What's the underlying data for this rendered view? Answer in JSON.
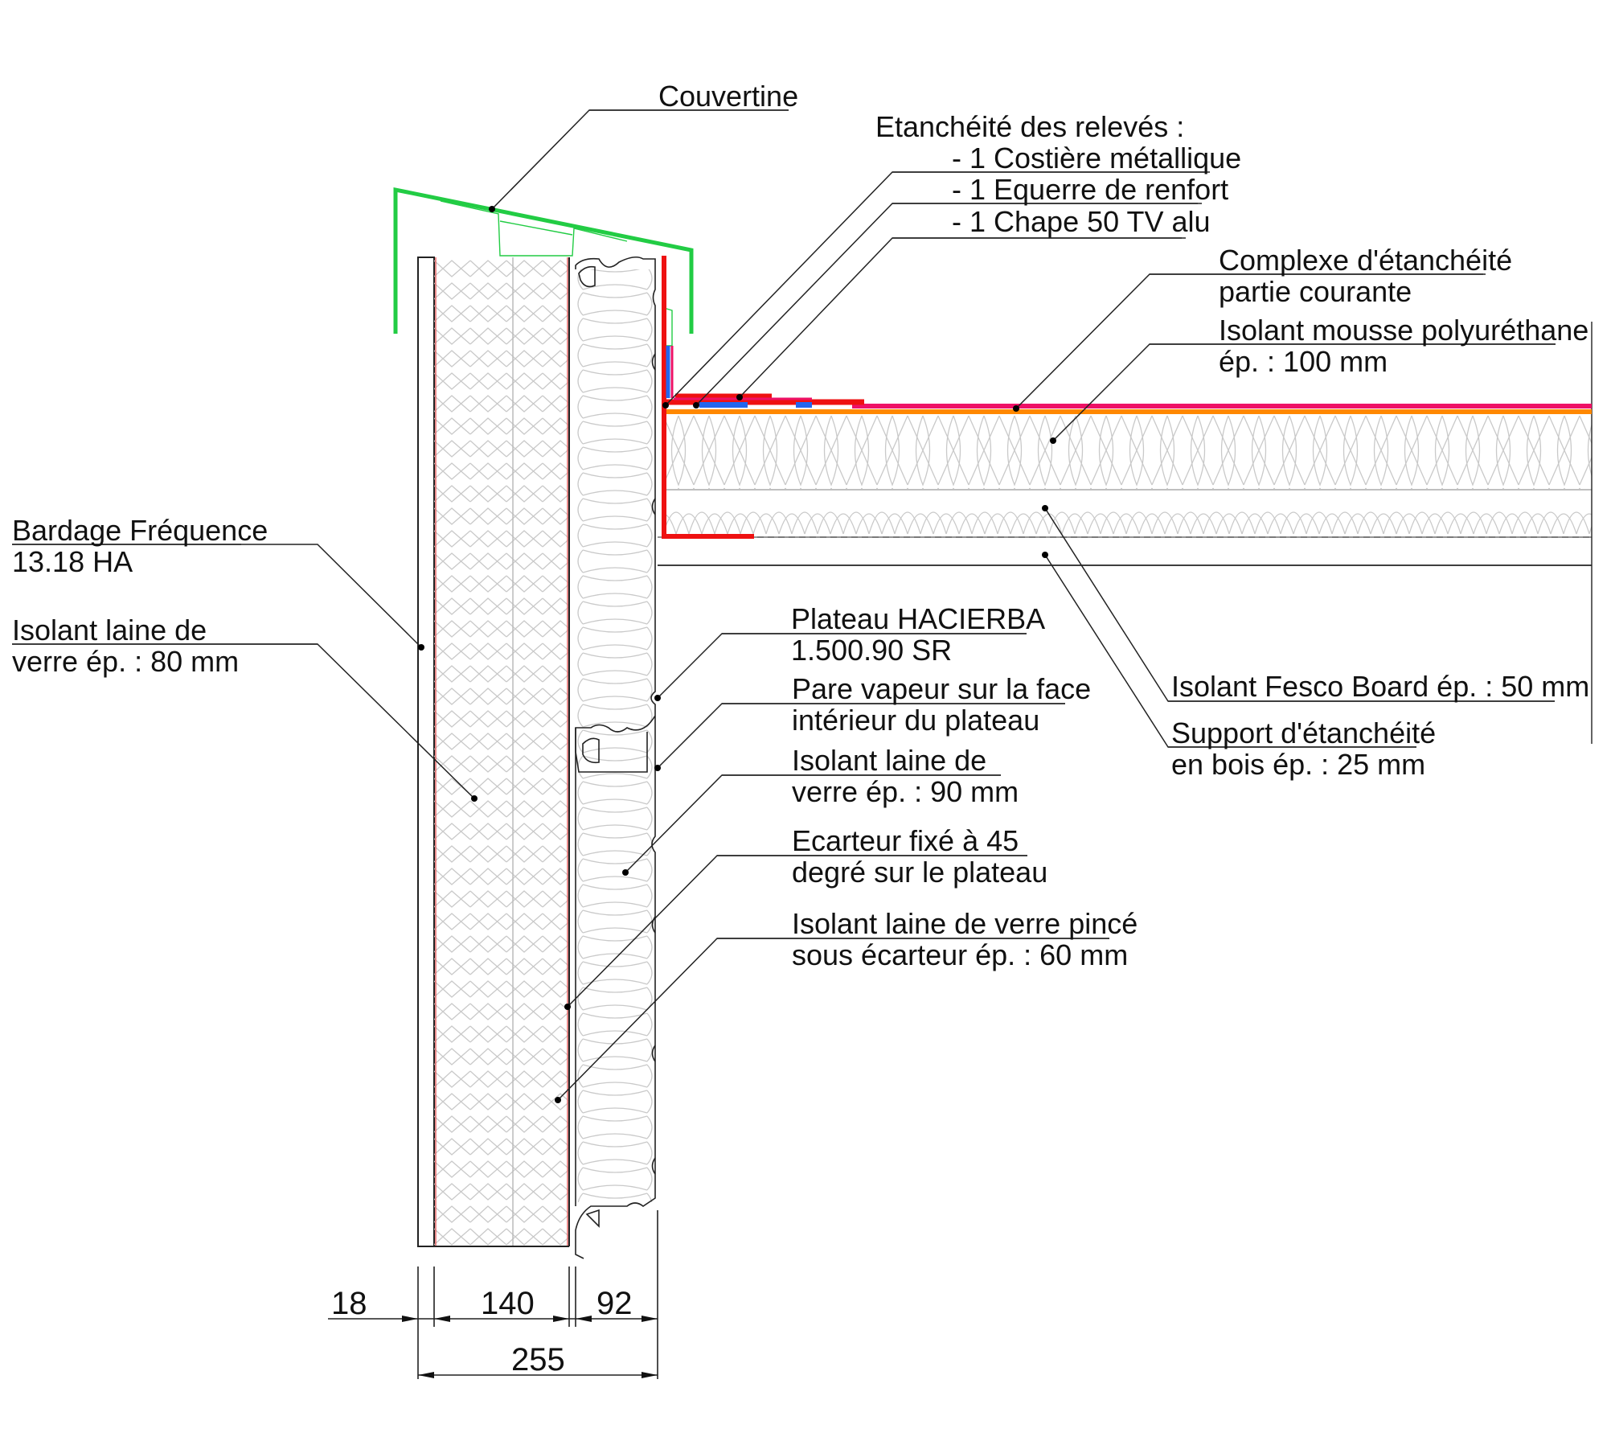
{
  "labels": {
    "couvertine": "Couvertine",
    "etancheite_title": "Etanchéité des relevés :",
    "etancheite_1": "- 1 Costière métallique",
    "etancheite_2": "- 1 Equerre de renfort",
    "etancheite_3": "- 1 Chape 50 TV alu",
    "complexe_1": "Complexe d'étanchéité",
    "complexe_2": "partie courante",
    "mousse_1": "Isolant mousse polyuréthane",
    "mousse_2": "ép. : 100 mm",
    "bardage_1": "Bardage Fréquence",
    "bardage_2": "13.18 HA",
    "laine80_1": "Isolant laine de",
    "laine80_2": "verre ép. : 80 mm",
    "plateau_1": "Plateau HACIERBA",
    "plateau_2": "1.500.90 SR",
    "parevapeur_1": "Pare vapeur sur la face",
    "parevapeur_2": "intérieur du plateau",
    "laine90_1": "Isolant laine de",
    "laine90_2": "verre ép. : 90 mm",
    "ecarteur_1": "Ecarteur fixé à 45",
    "ecarteur_2": "degré sur le plateau",
    "laine60_1": "Isolant laine de verre pincé",
    "laine60_2": "sous écarteur ép. : 60 mm",
    "fesco": "Isolant Fesco Board ép. : 50 mm",
    "support_1": "Support d'étanchéité",
    "support_2": "en bois ép. : 25 mm"
  },
  "dimensions": {
    "d18": "18",
    "d140": "140",
    "d92": "92",
    "d255": "255"
  },
  "colors": {
    "couvertine": "#22cc44",
    "costiere": "#ee1111",
    "membrane": "#ee1166",
    "orange": "#ff8800",
    "blue": "#2266ee",
    "insulation": "#c9c9c9",
    "pink_line": "#e05050"
  }
}
